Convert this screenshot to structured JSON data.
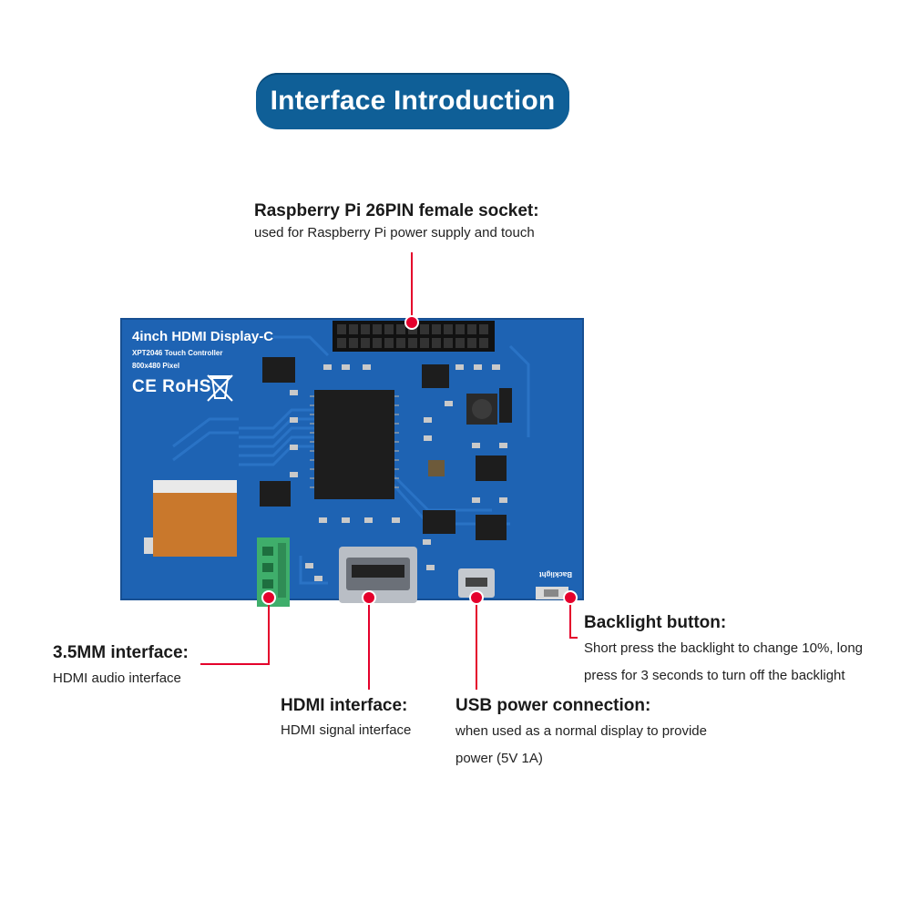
{
  "header": {
    "title": "Interface Introduction"
  },
  "board": {
    "name": "4inch HDMI Display-C",
    "controller": "XPT2046 Touch Controller",
    "resolution": "800x480 Pixel",
    "cert_marks": "CE RoHS",
    "backlight_silk": "Backlight"
  },
  "callouts": {
    "gpio": {
      "title": "Raspberry Pi 26PIN female socket:",
      "desc": "used for Raspberry Pi power supply and touch"
    },
    "audio": {
      "title": "3.5MM interface:",
      "desc": "HDMI audio interface"
    },
    "hdmi": {
      "title": "HDMI interface:",
      "desc": "HDMI signal interface"
    },
    "usb": {
      "title": "USB power connection:",
      "desc_line1": "when used as a normal display to provide",
      "desc_line2": "power (5V 1A)"
    },
    "backlight": {
      "title": "Backlight button:",
      "desc_line1": "Short press the backlight to change 10%, long",
      "desc_line2": "press for 3 seconds to turn off the backlight"
    }
  },
  "colors": {
    "pill": "#0f5f97",
    "board": "#1e63b3",
    "marker": "#e4002b"
  }
}
